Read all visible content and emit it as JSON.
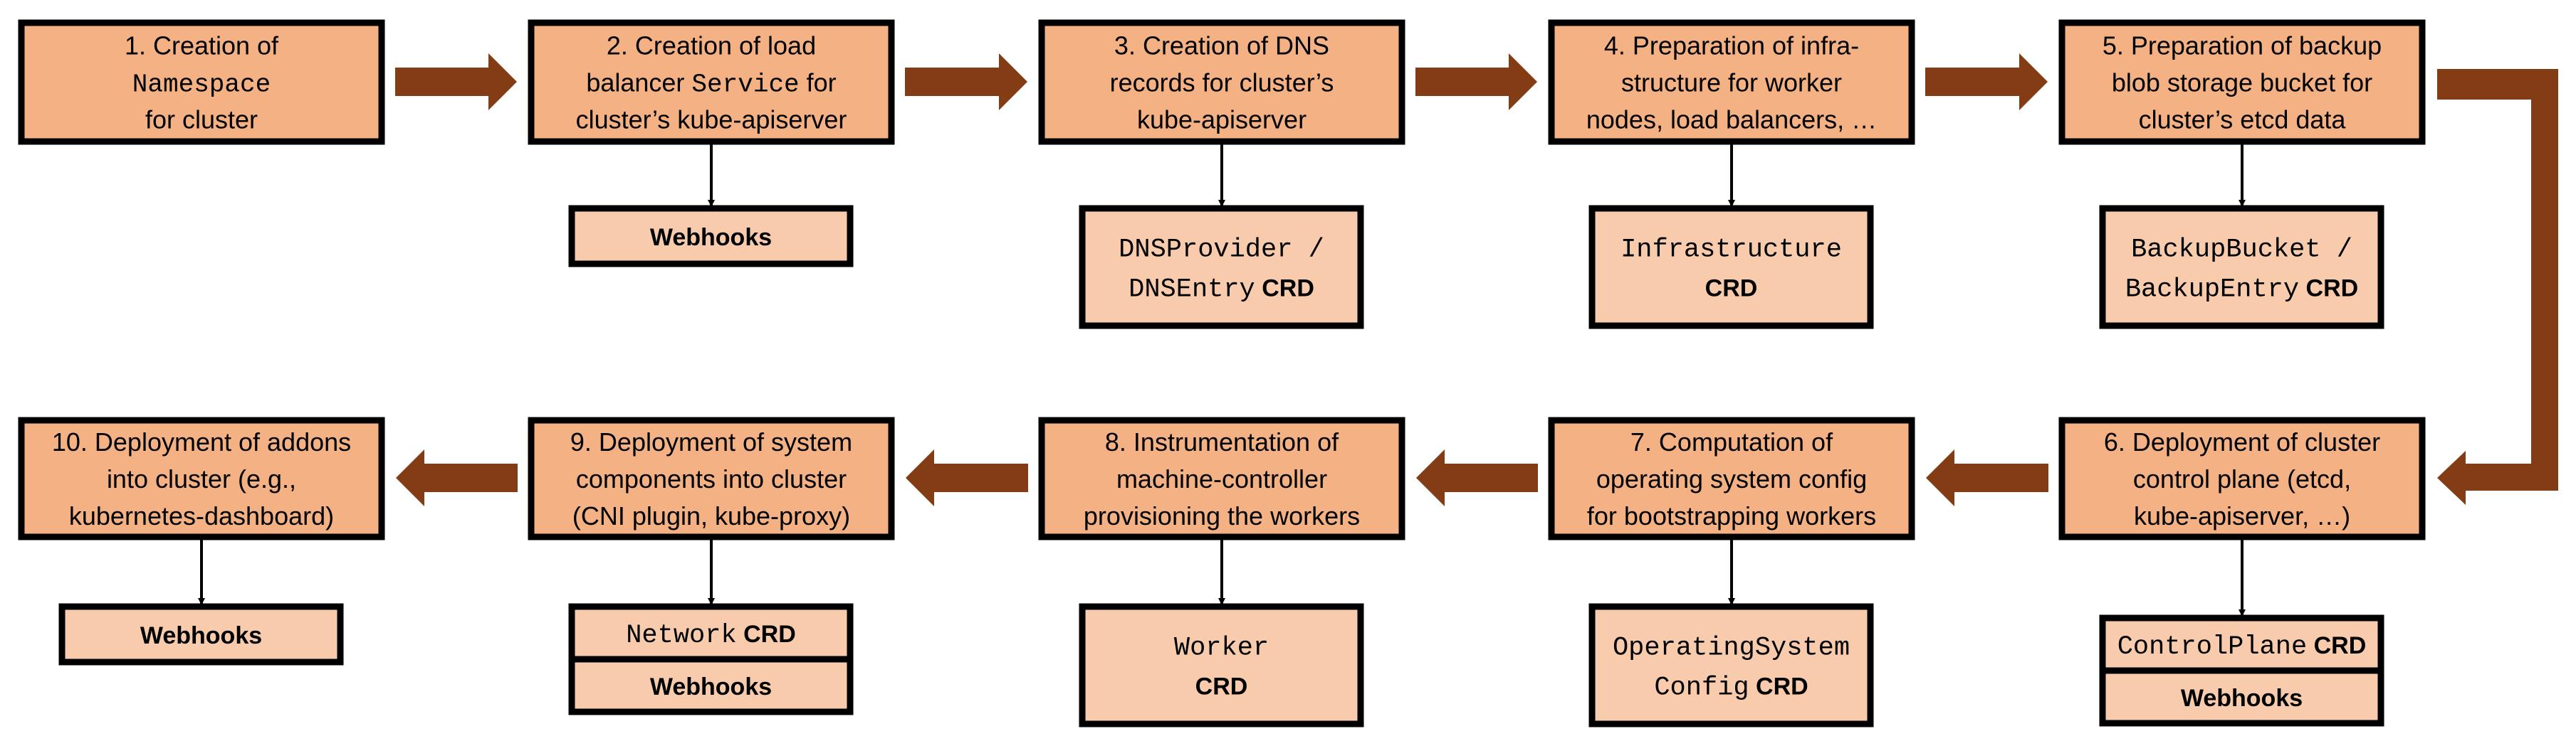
{
  "colors": {
    "step_fill": "#F4B183",
    "artifact_fill": "#F8CBAD",
    "flow_arrow": "#843C14",
    "border": "#000000"
  },
  "steps": [
    {
      "lines": [
        [
          {
            "t": "1. Creation of"
          }
        ],
        [
          {
            "t": "Namespace",
            "mono": true
          }
        ],
        [
          {
            "t": "for cluster"
          }
        ]
      ],
      "artifacts": []
    },
    {
      "lines": [
        [
          {
            "t": "2. Creation of load"
          }
        ],
        [
          {
            "t": "balancer "
          },
          {
            "t": "Service",
            "mono": true
          },
          {
            "t": " for"
          }
        ],
        [
          {
            "t": "cluster’s kube-apiserver"
          }
        ]
      ],
      "artifacts": [
        [
          [
            {
              "t": "Webhooks"
            }
          ]
        ]
      ]
    },
    {
      "lines": [
        [
          {
            "t": "3. Creation of DNS"
          }
        ],
        [
          {
            "t": "records for cluster’s"
          }
        ],
        [
          {
            "t": "kube-apiserver"
          }
        ]
      ],
      "artifacts": [
        [
          [
            {
              "t": "DNSProvider /",
              "mono": true
            }
          ],
          [
            {
              "t": "DNSEntry",
              "mono": true
            },
            {
              "t": " CRD"
            }
          ]
        ]
      ]
    },
    {
      "lines": [
        [
          {
            "t": "4. Preparation of infra-"
          }
        ],
        [
          {
            "t": "structure for worker"
          }
        ],
        [
          {
            "t": "nodes, load balancers, …"
          }
        ]
      ],
      "artifacts": [
        [
          [
            {
              "t": "Infrastructure",
              "mono": true
            }
          ],
          [
            {
              "t": "CRD"
            }
          ]
        ]
      ]
    },
    {
      "lines": [
        [
          {
            "t": "5. Preparation of backup"
          }
        ],
        [
          {
            "t": "blob storage bucket for"
          }
        ],
        [
          {
            "t": "cluster’s etcd data"
          }
        ]
      ],
      "artifacts": [
        [
          [
            {
              "t": "BackupBucket /",
              "mono": true
            }
          ],
          [
            {
              "t": "BackupEntry",
              "mono": true
            },
            {
              "t": " CRD"
            }
          ]
        ]
      ]
    },
    {
      "lines": [
        [
          {
            "t": "6. Deployment of cluster"
          }
        ],
        [
          {
            "t": "control plane (etcd,"
          }
        ],
        [
          {
            "t": "kube-apiserver, …)"
          }
        ]
      ],
      "artifacts": [
        [
          [
            {
              "t": "ControlPlane",
              "mono": true
            },
            {
              "t": " CRD"
            }
          ]
        ],
        [
          [
            {
              "t": "Webhooks"
            }
          ]
        ]
      ]
    },
    {
      "lines": [
        [
          {
            "t": "7. Computation of"
          }
        ],
        [
          {
            "t": "operating system config"
          }
        ],
        [
          {
            "t": "for bootstrapping workers"
          }
        ]
      ],
      "artifacts": [
        [
          [
            {
              "t": "OperatingSystem",
              "mono": true
            }
          ],
          [
            {
              "t": "Config",
              "mono": true
            },
            {
              "t": " CRD"
            }
          ]
        ]
      ]
    },
    {
      "lines": [
        [
          {
            "t": "8. Instrumentation of"
          }
        ],
        [
          {
            "t": "machine-controller"
          }
        ],
        [
          {
            "t": "provisioning the workers"
          }
        ]
      ],
      "artifacts": [
        [
          [
            {
              "t": "Worker",
              "mono": true
            }
          ],
          [
            {
              "t": "CRD"
            }
          ]
        ]
      ]
    },
    {
      "lines": [
        [
          {
            "t": "9. Deployment of system"
          }
        ],
        [
          {
            "t": "components into cluster"
          }
        ],
        [
          {
            "t": "(CNI plugin, kube-proxy)"
          }
        ]
      ],
      "artifacts": [
        [
          [
            {
              "t": "Network",
              "mono": true
            },
            {
              "t": " CRD"
            }
          ]
        ],
        [
          [
            {
              "t": "Webhooks"
            }
          ]
        ]
      ]
    },
    {
      "lines": [
        [
          {
            "t": "10. Deployment of addons"
          }
        ],
        [
          {
            "t": "into cluster (e.g.,"
          }
        ],
        [
          {
            "t": "kubernetes-dashboard)"
          }
        ]
      ],
      "artifacts": [
        [
          [
            {
              "t": "Webhooks"
            }
          ]
        ]
      ]
    }
  ]
}
